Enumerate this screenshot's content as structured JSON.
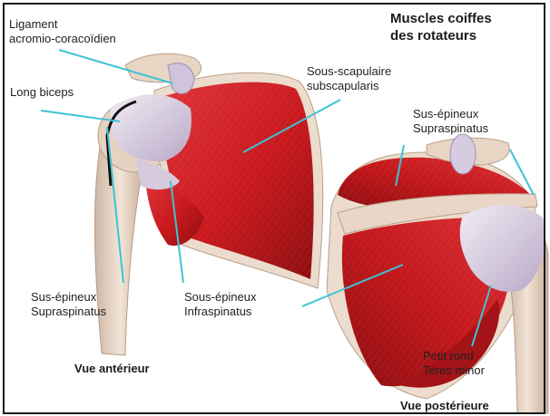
{
  "title": {
    "line1": "Muscles coiffes",
    "line2": "des rotateurs"
  },
  "labels": {
    "ligament": {
      "line1": "Ligament",
      "line2": "acromio-coracoïdien"
    },
    "long_biceps": "Long biceps",
    "subscapularis": {
      "line1": "Sous-scapulaire",
      "line2": "subscapularis"
    },
    "supraspinatus_posterior": {
      "line1": "Sus-épineux",
      "line2": "Supraspinatus"
    },
    "supraspinatus_anterior": {
      "line1": "Sus-épineux",
      "line2": "Supraspinatus"
    },
    "infraspinatus": {
      "line1": "Sous-épineux",
      "line2": "Infraspinatus"
    },
    "teres_minor": {
      "line1": "Petit rond",
      "line2": "Teres minor"
    }
  },
  "views": {
    "anterior": "Vue antérieur",
    "posterior": "Vue postérieure"
  },
  "colors": {
    "muscle": "#c8191e",
    "muscle_dark": "#8e0f12",
    "bone": "#ead8c8",
    "tendon": "#dcd2e6",
    "leader_line": "#3cc4d4",
    "border": "#1a1a1a"
  }
}
